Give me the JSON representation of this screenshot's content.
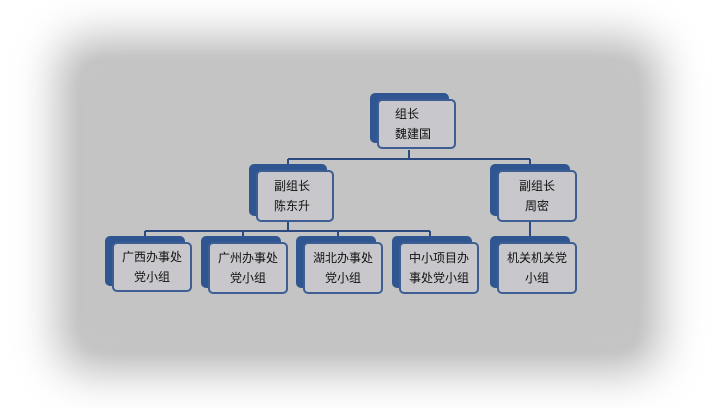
{
  "org_chart": {
    "root": {
      "title": "组长",
      "name": "魏建国"
    },
    "deputy_1": {
      "title": "副组长",
      "name": "陈东升"
    },
    "deputy_2": {
      "title": "副组长",
      "name": "周密"
    },
    "groups": [
      {
        "line1": "广西办事处",
        "line2": "党小组"
      },
      {
        "line1": "广州办事处",
        "line2": "党小组"
      },
      {
        "line1": "湖北办事处",
        "line2": "党小组"
      },
      {
        "line1": "中小项目办",
        "line2": "事处党小组"
      },
      {
        "line1": "机关机关党",
        "line2": "小组"
      }
    ]
  },
  "colors": {
    "node_back": "#2f5691",
    "node_face": "#c8c8cc",
    "node_border": "#3d5d93",
    "connector": "#2a4a80",
    "panel": "#c4c4c4"
  }
}
